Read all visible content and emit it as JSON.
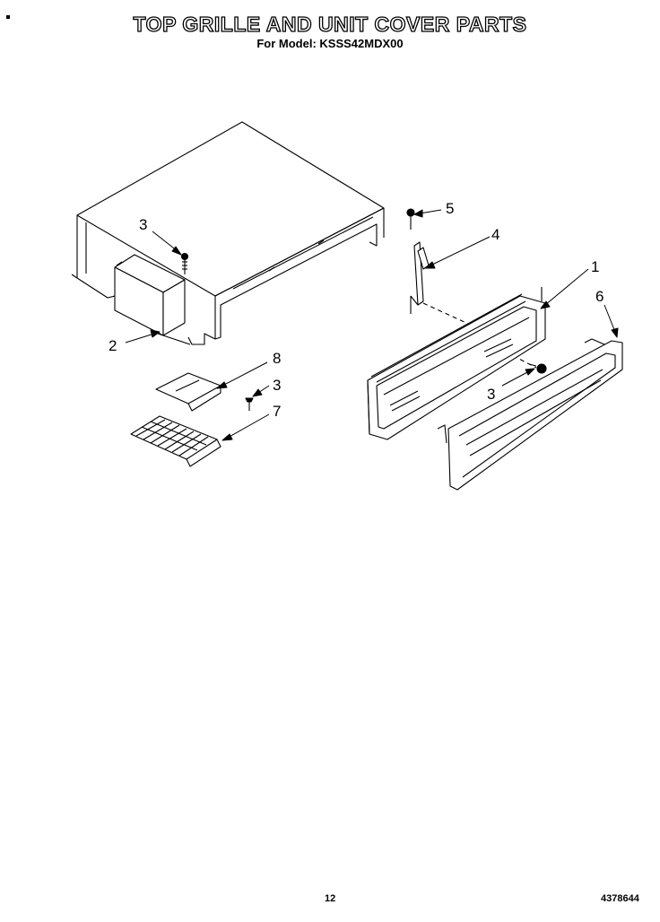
{
  "header": {
    "title": "TOP GRILLE AND UNIT COVER PARTS",
    "subtitle": "For Model: KSSS42MDX00"
  },
  "callouts": {
    "c1": "1",
    "c2": "2",
    "c3a": "3",
    "c3b": "3",
    "c3c": "3",
    "c4": "4",
    "c5": "5",
    "c6": "6",
    "c7": "7",
    "c8": "8"
  },
  "footer": {
    "page_number": "12",
    "doc_number": "4378644"
  }
}
